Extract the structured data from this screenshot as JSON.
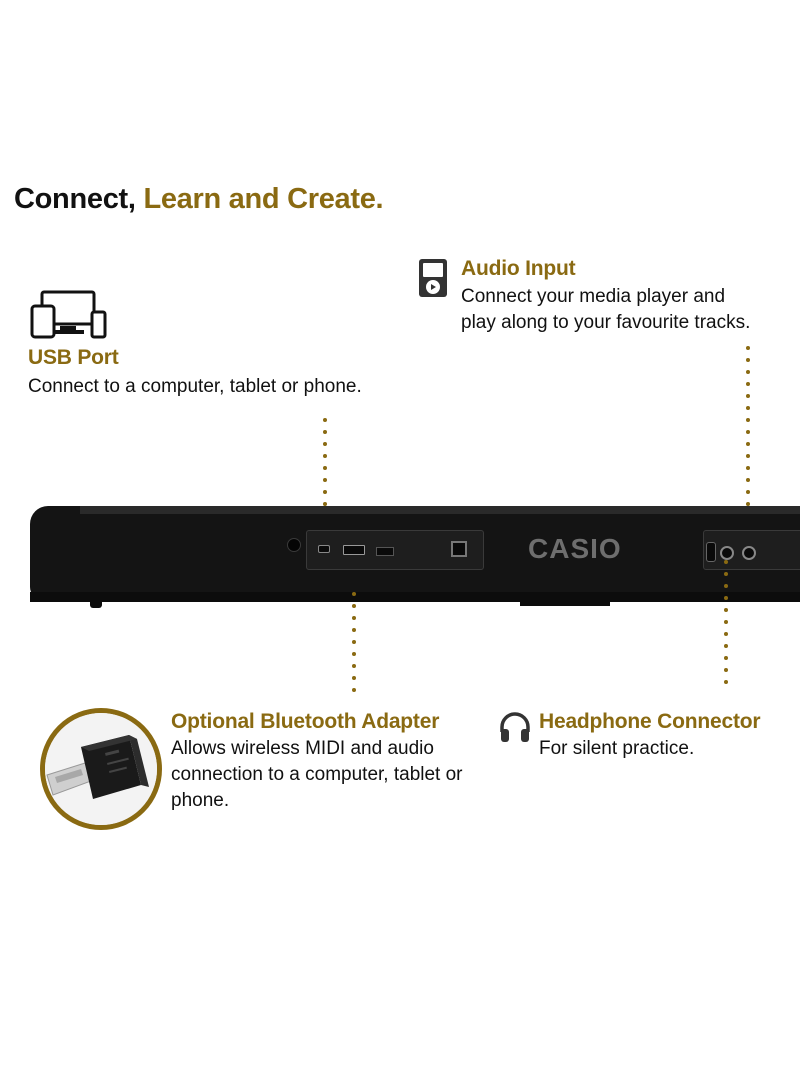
{
  "headline": {
    "part1": "Connect,",
    "part2": "Learn and Create."
  },
  "usb": {
    "title": "USB Port",
    "desc": "Connect to a computer, tablet or phone.",
    "icon": "devices-icon"
  },
  "audio": {
    "title": "Audio Input",
    "line1": "Connect your media player and",
    "line2": "play along to your favourite tracks.",
    "icon": "media-player-icon"
  },
  "bluetooth": {
    "title": "Optional Bluetooth Adapter",
    "line1": "Allows wireless MIDI and audio",
    "line2": "connection to a computer, tablet or",
    "line3": "phone.",
    "icon": "bluetooth-adapter-image"
  },
  "headphone": {
    "title": "Headphone Connector",
    "desc": "For silent practice.",
    "icon": "headphones-icon"
  },
  "brand": {
    "logo": "CASIO"
  },
  "colors": {
    "accent": "#8a6a12",
    "text": "#111111",
    "keyboard": "#141414"
  }
}
